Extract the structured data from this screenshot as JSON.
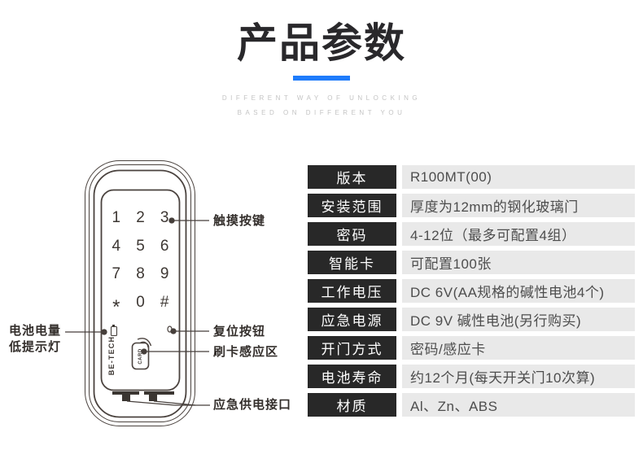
{
  "header": {
    "title": "产品参数",
    "subtitle_line1": "DIFFERENT WAY OF UNLOCKING",
    "subtitle_line2": "BASED ON DIFFERENT YOU",
    "accent_color": "#1f7cfb"
  },
  "diagram": {
    "brand": "BE-TECH",
    "card_label": "CARD",
    "keypad_keys": [
      "1",
      "2",
      "3",
      "4",
      "5",
      "6",
      "7",
      "8",
      "9",
      "*",
      "0",
      "#"
    ],
    "callouts": {
      "touch_keys": "触摸按键",
      "battery_low_line1": "电池电量",
      "battery_low_line2": "低提示灯",
      "reset_button": "复位按钮",
      "card_reader": "刷卡感应区",
      "emergency_power": "应急供电接口"
    }
  },
  "spec_table": {
    "label_bg": "#282828",
    "value_bg": "#e9e9e9",
    "rows": [
      {
        "label": "版本",
        "value": "R100MT(00)"
      },
      {
        "label": "安装范围",
        "value": "厚度为12mm的钢化玻璃门"
      },
      {
        "label": "密码",
        "value": "4-12位（最多可配置4组）"
      },
      {
        "label": "智能卡",
        "value": "可配置100张"
      },
      {
        "label": "工作电压",
        "value": "DC 6V(AA规格的碱性电池4个)"
      },
      {
        "label": "应急电源",
        "value": "DC 9V 碱性电池(另行购买)"
      },
      {
        "label": "开门方式",
        "value": "密码/感应卡"
      },
      {
        "label": "电池寿命",
        "value": "约12个月(每天开关门10次算)"
      },
      {
        "label": "材质",
        "value": "Al、Zn、ABS"
      }
    ]
  }
}
